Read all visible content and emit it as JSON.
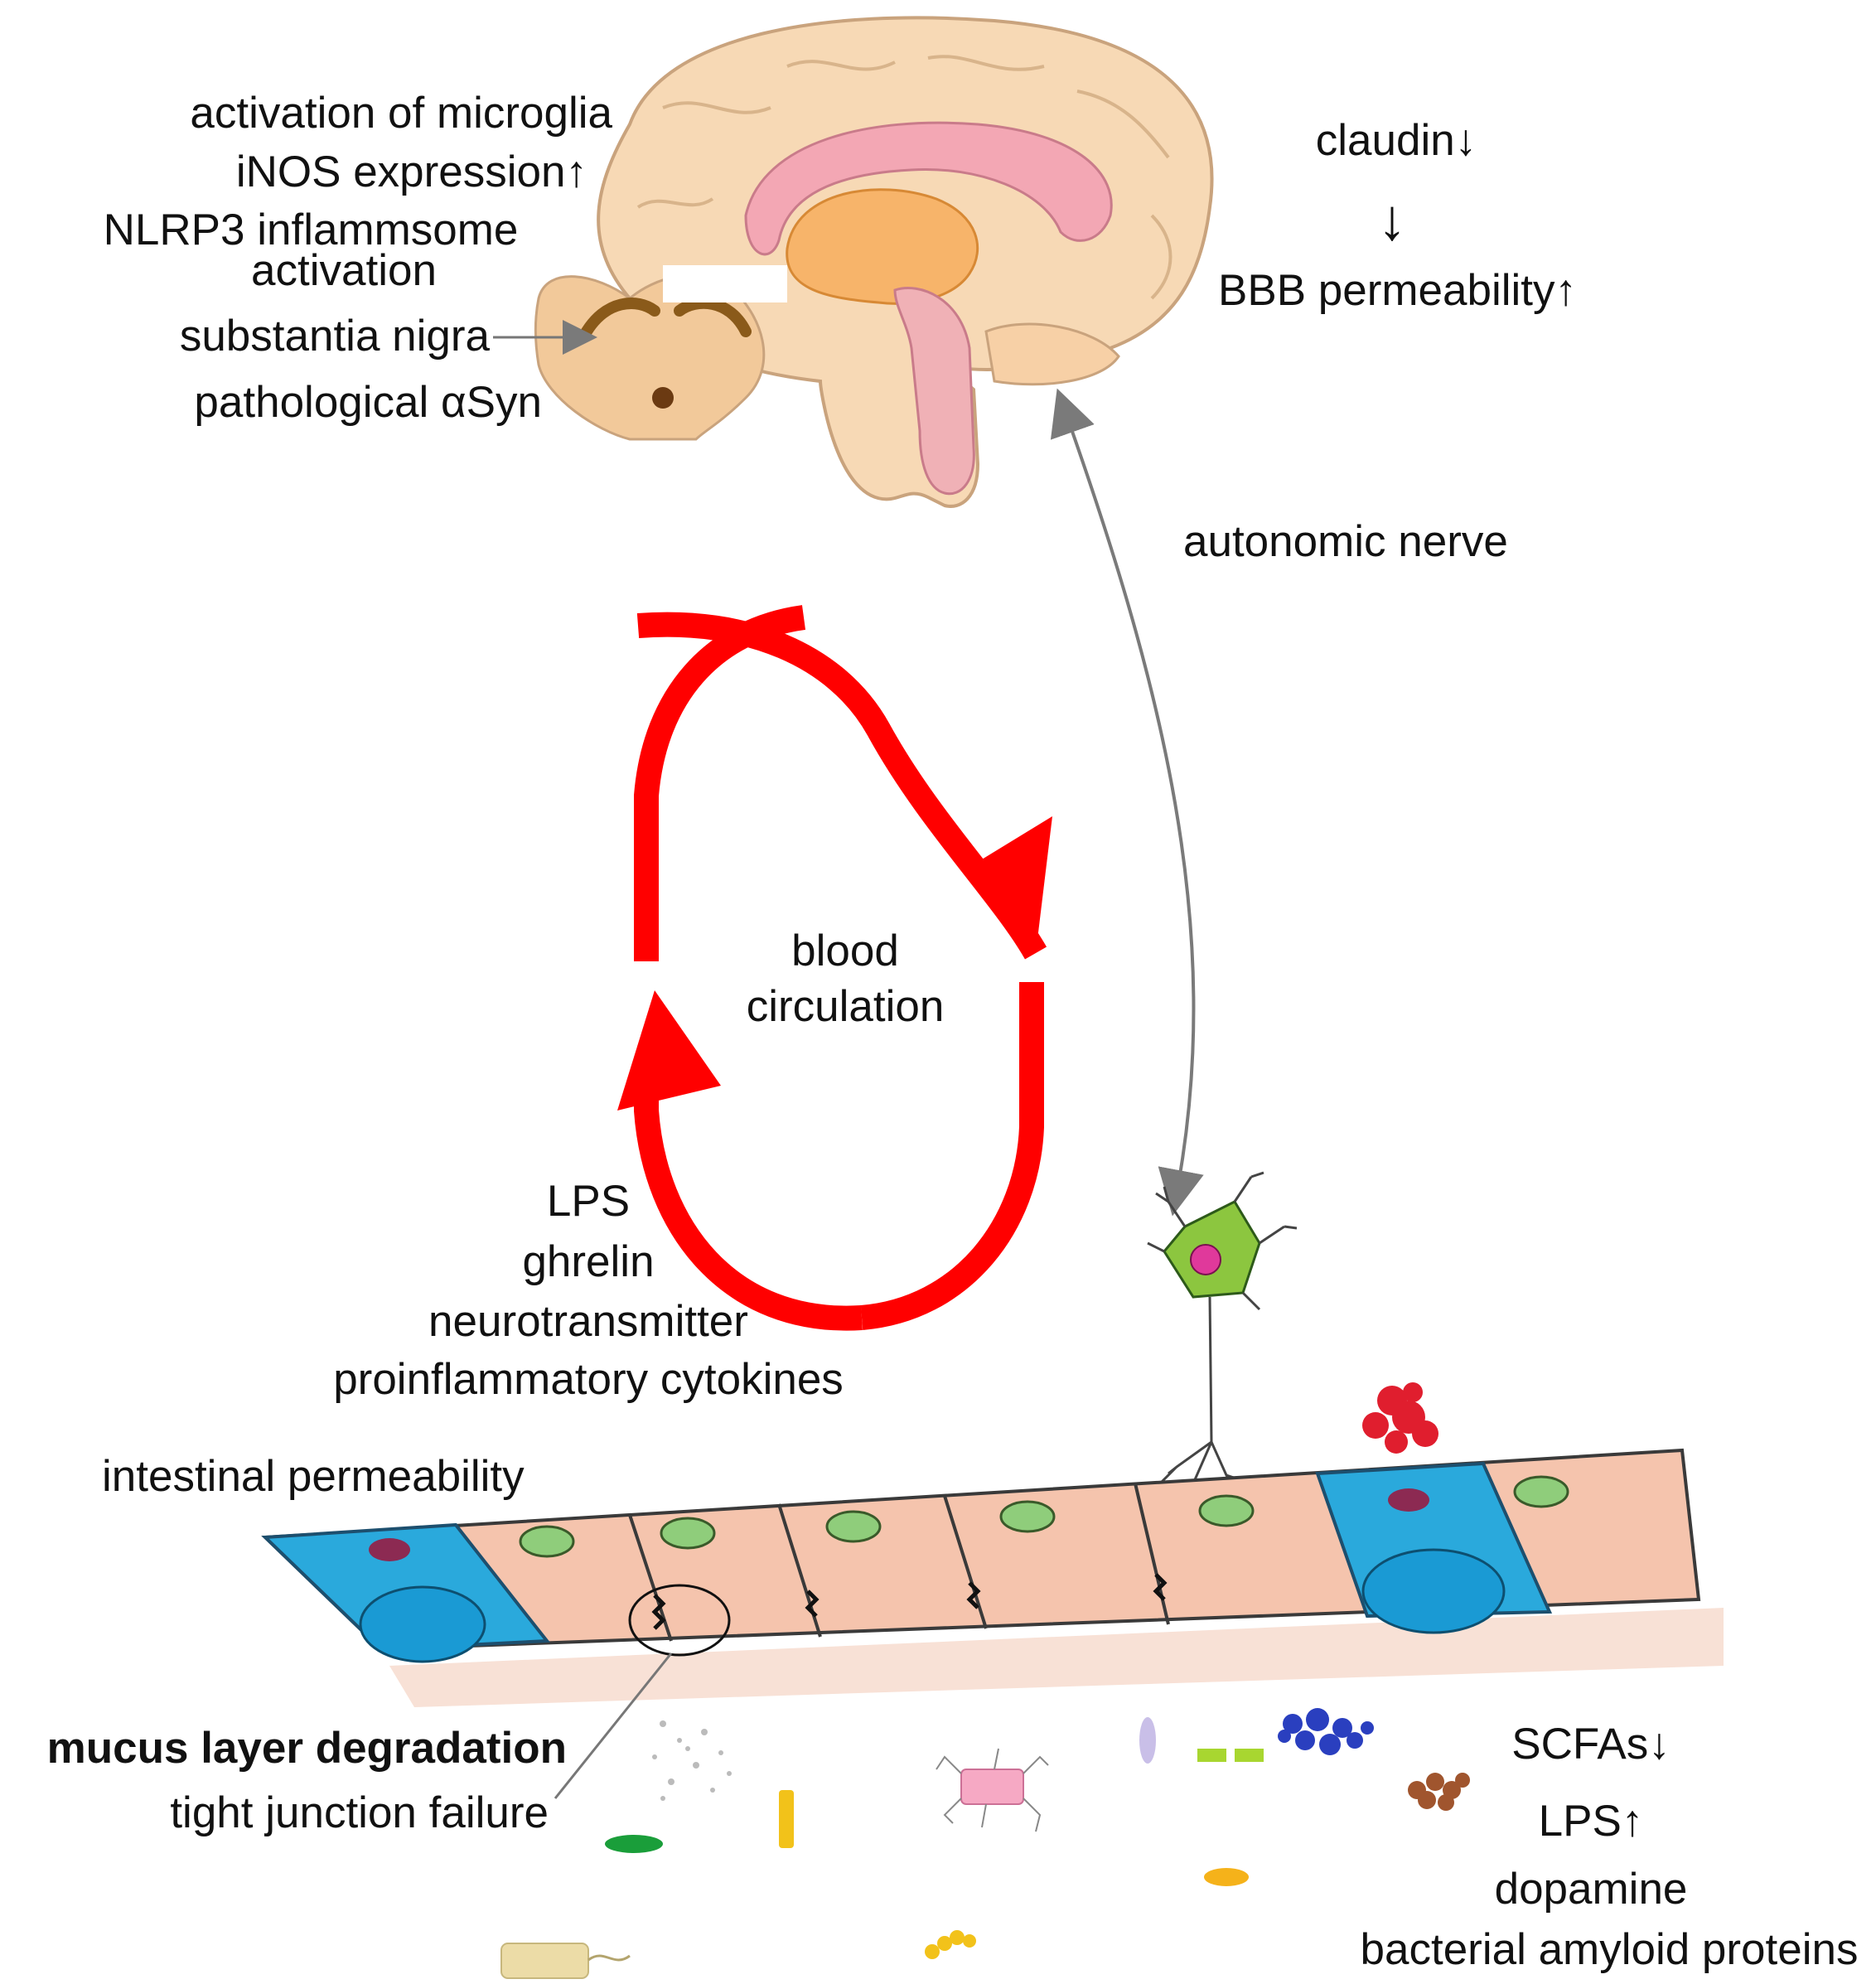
{
  "brain_labels": {
    "microglia": "activation of microglia",
    "inos": "iNOS expression↑",
    "nlrp3_line1": "NLRP3 inflammsome",
    "nlrp3_line2": "activation",
    "substantia_nigra": "substantia nigra",
    "asyn": "pathological αSyn"
  },
  "bbb_labels": {
    "claudin": "claudin↓",
    "arrow": "↓",
    "bbb": "BBB permeability↑"
  },
  "nerve_label": "autonomic nerve",
  "circulation": {
    "line1": "blood",
    "line2": "circulation",
    "color": "#ff0000"
  },
  "circulating_factors": [
    "LPS",
    "ghrelin",
    "neurotransmitter",
    "proinflammatory cytokines"
  ],
  "intestine_labels": {
    "permeability": "intestinal permeability",
    "mucus": "mucus layer degradation",
    "tight_junction": "tight junction failure"
  },
  "microbiota_labels": [
    "SCFAs↓",
    "LPS↑",
    "dopamine",
    "bacterial amyloid proteins"
  ],
  "colors": {
    "brain_outer": "#f7d9b5",
    "brain_inner": "#f3a7b4",
    "brain_core": "#f7b46a",
    "epithelium": "#f5c4ad",
    "goblet": "#2aa9dc",
    "nucleus": "#8fcd7b",
    "arrow_gray": "#7a7a7a"
  }
}
